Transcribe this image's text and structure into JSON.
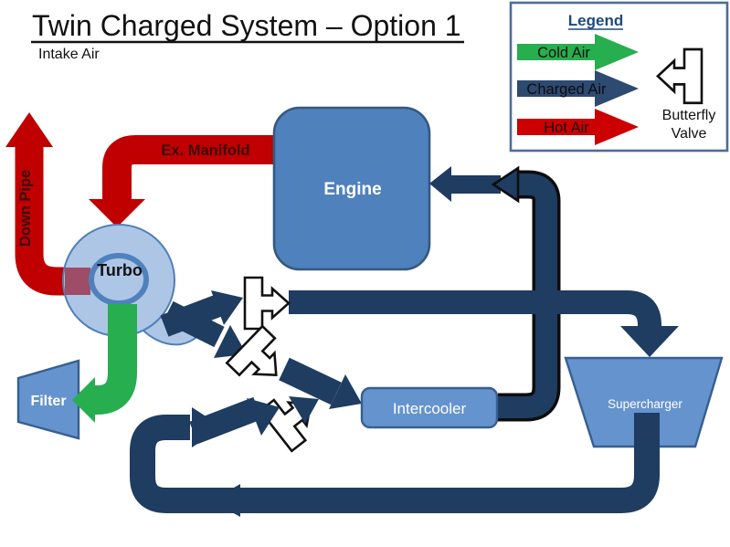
{
  "title": "Twin Charged System – Option 1",
  "subtitle": "Intake Air",
  "legend": {
    "title": "Legend",
    "items": [
      {
        "label": "Cold Air",
        "color": "#27AE4F"
      },
      {
        "label": "Charged Air",
        "color": "#2E4A70"
      },
      {
        "label": "Hot Air",
        "color": "#CC0000"
      }
    ],
    "valve_label_line1": "Butterfly",
    "valve_label_line2": "Valve"
  },
  "components": {
    "engine": "Engine",
    "turbo": "Turbo",
    "filter": "Filter",
    "intercooler": "Intercooler",
    "supercharger": "Supercharger"
  },
  "pipe_labels": {
    "ex_manifold": "Ex. Manifold",
    "down_pipe": "Down Pipe"
  },
  "colors": {
    "hot_air_pipe": "#C00000",
    "cold_air_pipe": "#27AE4F",
    "charged_air_pipe": "#1F3C61",
    "engine_fill": "#4F81BD",
    "component_fill": "#6593CE",
    "turbo_fill": "#AEC6E6",
    "legend_title": "#1F497D"
  }
}
